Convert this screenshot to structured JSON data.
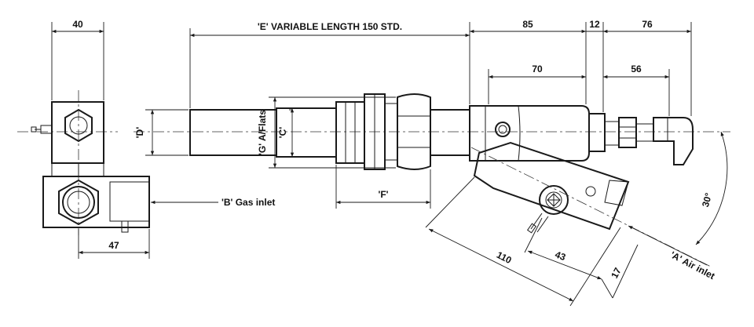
{
  "dimensions": {
    "d40": "40",
    "e_length": "'E' VARIABLE LENGTH 150 STD.",
    "d85": "85",
    "d12": "12",
    "d76": "76",
    "d70": "70",
    "d56": "56",
    "d47": "47",
    "d110": "110",
    "d43": "43",
    "d17": "17",
    "angle30": "30°"
  },
  "labels": {
    "d_label": "'D'",
    "g_label": "'G' A/Flats",
    "c_label": "'C'",
    "f_label": "'F'",
    "b_gas_inlet": "'B' Gas inlet",
    "a_air_inlet": "'A' Air inlet"
  },
  "colors": {
    "line": "#1a1a1a",
    "shade": "#d9d9d9",
    "background": "#ffffff"
  }
}
